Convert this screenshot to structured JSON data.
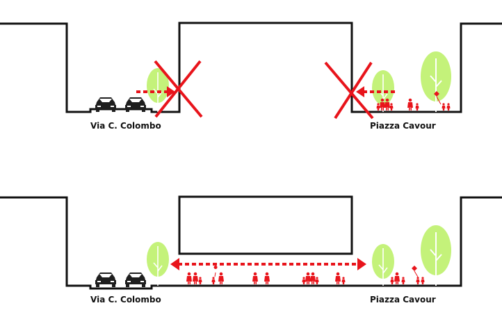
{
  "labels": {
    "via": "Via C. Colombo",
    "piazza": "Piazza Cavour"
  },
  "colors": {
    "outline": "#111111",
    "accent_red": "#e8141b",
    "tree_green": "#c4f27a",
    "tree_trunk": "#ffffff",
    "car": "#1e1e1e"
  },
  "icons": {
    "car": "car-icon",
    "tree": "tree-icon",
    "person": "person-icon",
    "blocked": "x-cross-icon",
    "arrow": "dashed-arrow-icon"
  },
  "panels": [
    {
      "id": "existing",
      "people_count": 7,
      "passage": "blocked"
    },
    {
      "id": "proposed",
      "people_count": 20,
      "passage": "open"
    }
  ]
}
